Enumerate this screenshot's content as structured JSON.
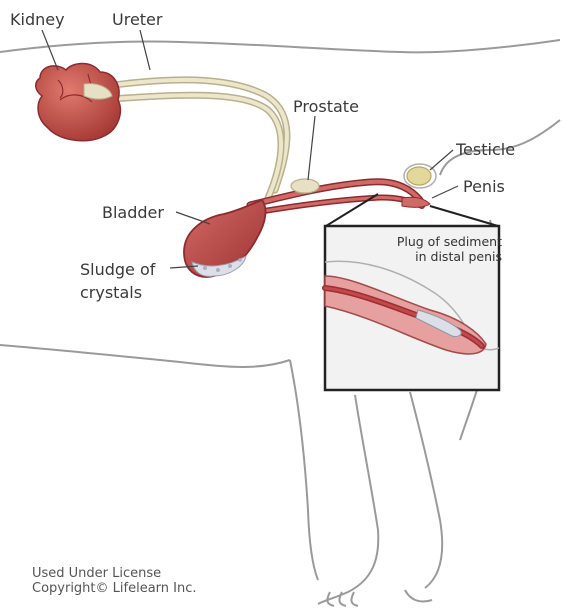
{
  "labels": {
    "kidney": "Kidney",
    "ureter": "Ureter",
    "prostate": "Prostate",
    "testicle": "Testicle",
    "penis": "Penis",
    "bladder": "Bladder",
    "sludge_line1": "Sludge of",
    "sludge_line2": "crystals"
  },
  "inset": {
    "line1": "Plug of sediment",
    "line2": "in distal penis"
  },
  "credit": {
    "line1": "Used Under License",
    "line2": "Copyright© Lifelearn Inc."
  },
  "colors": {
    "outline": "#8a8a8a",
    "tissue": "#c4474b",
    "tissue_dark": "#8e2a2e",
    "ureter": "#e6e1c4",
    "sediment": "#dcdfe8",
    "testicle": "#e3d79c"
  }
}
